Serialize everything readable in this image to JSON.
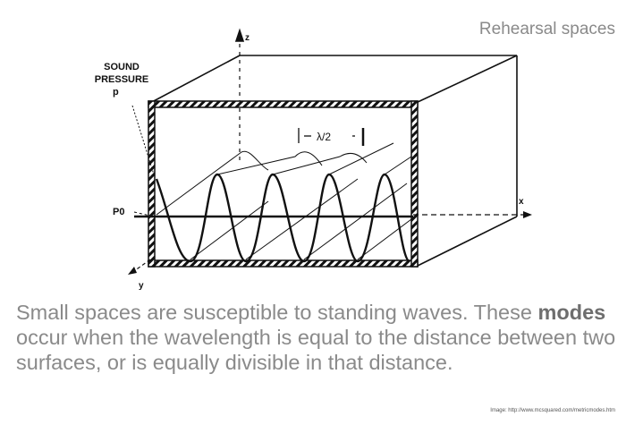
{
  "slide": {
    "title": "Rehearsal spaces",
    "body_before": "Small spaces are susceptible to standing waves. These ",
    "body_bold": "modes",
    "body_after": " occur when the wavelength is equal to the distance between two surfaces, or is equally divisible in that distance.",
    "caption": "Image: http://www.mcsquared.com/metricmodes.htm"
  },
  "diagram": {
    "label_sound": "SOUND",
    "label_pressure": "PRESSURE",
    "label_p": "p",
    "label_p0": "P0",
    "axis_z": "z",
    "axis_x": "x",
    "axis_y": "y",
    "half_wavelength": "λ/2"
  }
}
